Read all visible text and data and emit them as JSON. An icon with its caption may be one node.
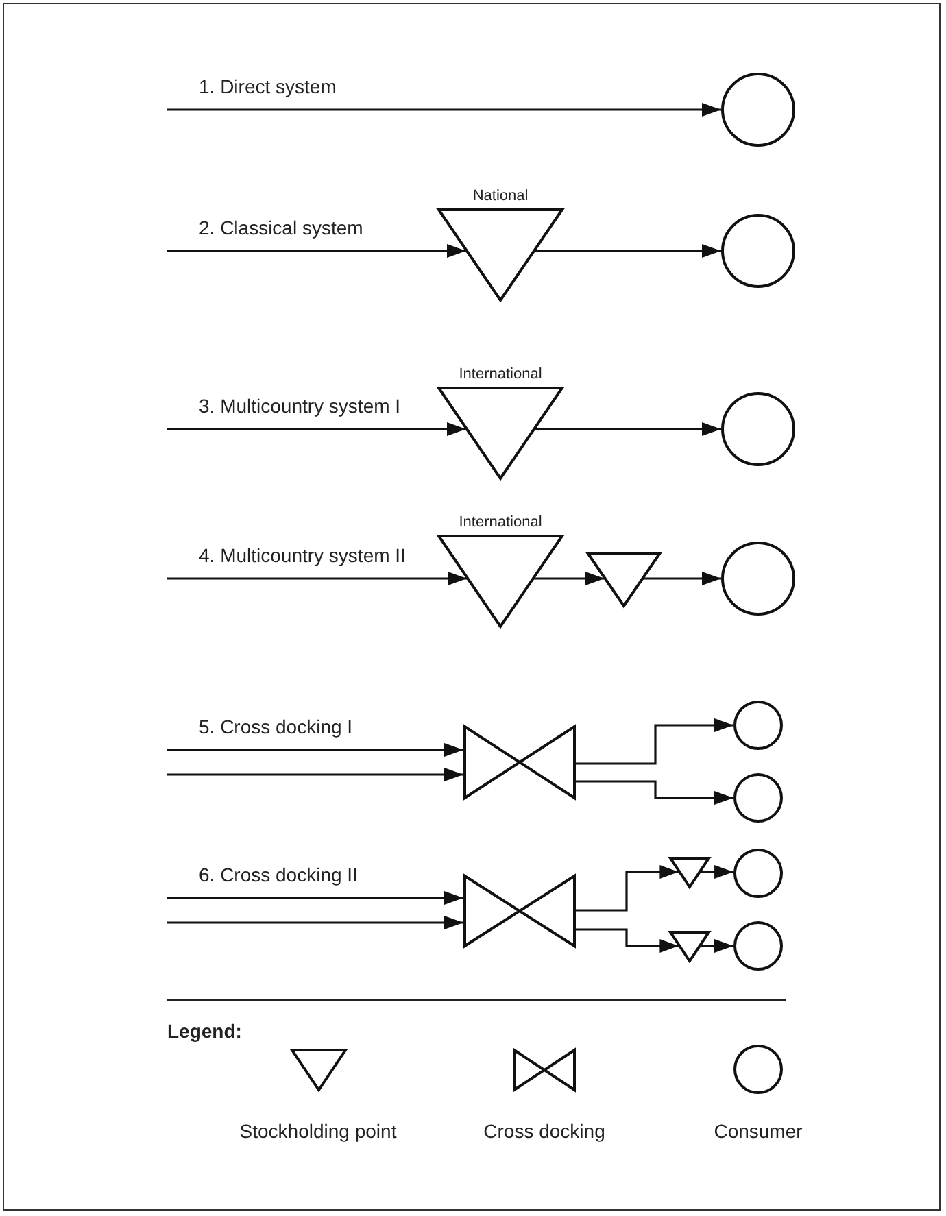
{
  "diagram": {
    "nodes": [
      {
        "text": [],
        "shape": "circle"
      },
      {
        "text": [],
        "shape": "triangle",
        "beside": [
          "National"
        ]
      },
      {
        "text": [],
        "shape": "circle"
      },
      {
        "text": [],
        "shape": "triangle",
        "beside": [
          "International"
        ]
      },
      {
        "text": [],
        "shape": "circle"
      },
      {
        "text": [],
        "shape": "triangle",
        "beside": [
          "International"
        ]
      },
      {
        "text": [],
        "shape": "triangle"
      },
      {
        "text": [],
        "shape": "circle"
      },
      {
        "text": [],
        "shape": "bowtie"
      },
      {
        "text": [],
        "shape": "circle"
      },
      {
        "text": [],
        "shape": "circle"
      },
      {
        "text": [],
        "shape": "bowtie"
      },
      {
        "text": [],
        "shape": "triangle"
      },
      {
        "text": [],
        "shape": "circle"
      },
      {
        "text": [],
        "shape": "triangle"
      },
      {
        "text": [],
        "shape": "circle"
      }
    ],
    "edges": [
      {
        "from": null,
        "to": 0,
        "arrow": "to",
        "label": "1. Direct system"
      },
      {
        "from": null,
        "to": 1,
        "arrow": "to",
        "label": "2. Classical system"
      },
      {
        "from": 1,
        "to": 2,
        "arrow": "to"
      },
      {
        "from": null,
        "to": 3,
        "arrow": "to",
        "label": "3. Multicountry system I"
      },
      {
        "from": 3,
        "to": 4,
        "arrow": "to"
      },
      {
        "from": null,
        "to": 5,
        "arrow": "to",
        "label": "4. Multicountry system II"
      },
      {
        "from": 5,
        "to": 6,
        "arrow": "to"
      },
      {
        "from": 6,
        "to": 7,
        "arrow": "to"
      },
      {
        "from": null,
        "to": 8,
        "arrow": "to",
        "label": "5. Cross docking I"
      },
      {
        "from": null,
        "to": 8,
        "arrow": "to"
      },
      {
        "from": 8,
        "to": 9,
        "arrow": "to"
      },
      {
        "from": 8,
        "to": 10,
        "arrow": "to"
      },
      {
        "from": null,
        "to": 11,
        "arrow": "to",
        "label": "6. Cross docking II"
      },
      {
        "from": null,
        "to": 11,
        "arrow": "to"
      },
      {
        "from": 11,
        "to": 12,
        "arrow": "to"
      },
      {
        "from": 11,
        "to": 14,
        "arrow": "to"
      },
      {
        "from": 12,
        "to": 13,
        "arrow": "to"
      },
      {
        "from": 14,
        "to": 15,
        "arrow": "to"
      }
    ],
    "labels": [
      "Legend:"
    ],
    "legend": [
      {
        "text": "Stockholding point"
      },
      {
        "text": "Cross docking"
      },
      {
        "text": "Consumer"
      }
    ]
  }
}
